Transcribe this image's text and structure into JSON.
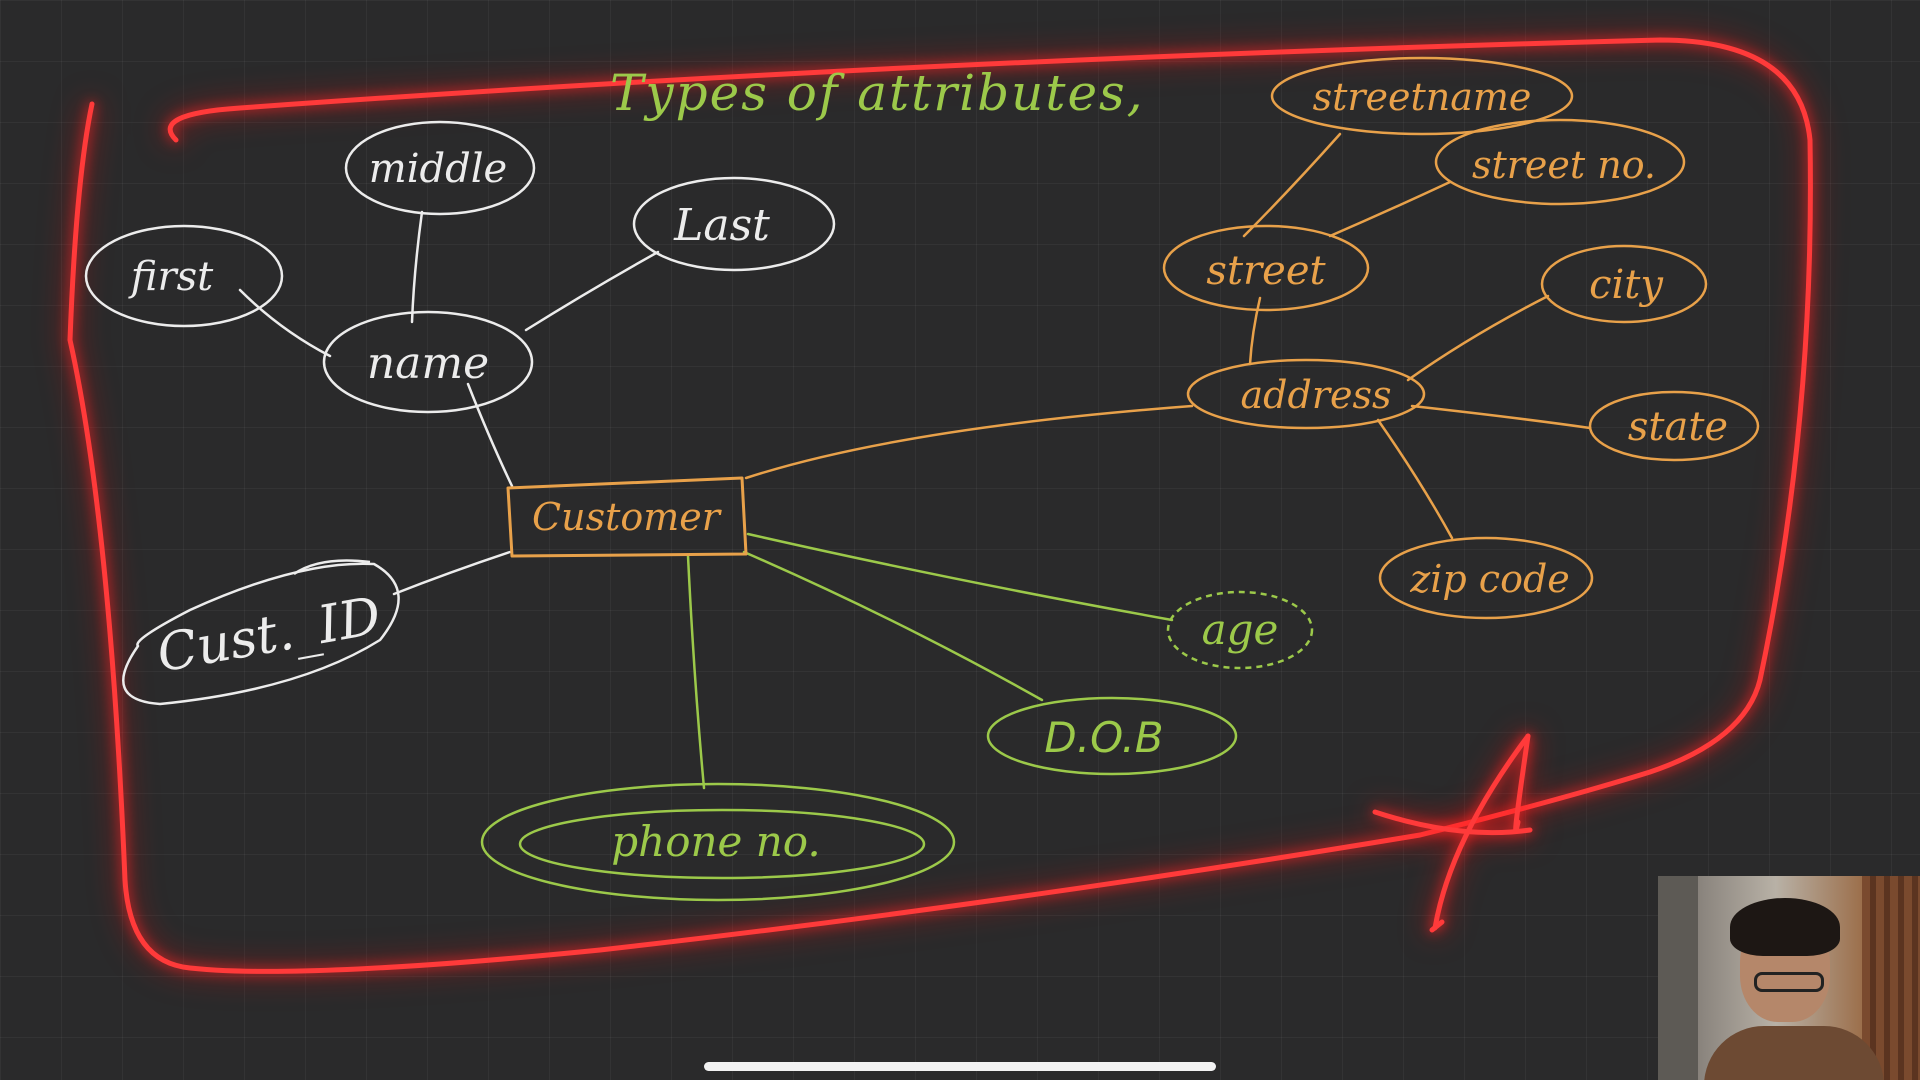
{
  "title": "Types of attributes,",
  "colors": {
    "background": "#2a2a2b",
    "white_ink": "#ececec",
    "orange_ink": "#e8a14a",
    "green_ink": "#9cc94a",
    "red_frame": "#ff2a2a"
  },
  "entity": {
    "label": "Customer"
  },
  "attributes": {
    "name": "name",
    "first": "first",
    "middle": "middle",
    "last": "Last",
    "cust_id": "Cust._ID",
    "address": "address",
    "street": "street",
    "street_name": "streetname",
    "street_no": "street no.",
    "city": "city",
    "state": "state",
    "zip_code": "zip code",
    "age": "age",
    "dob": "D.O.B",
    "phone_no": "phone no."
  },
  "annotation": {
    "mark": "A"
  }
}
